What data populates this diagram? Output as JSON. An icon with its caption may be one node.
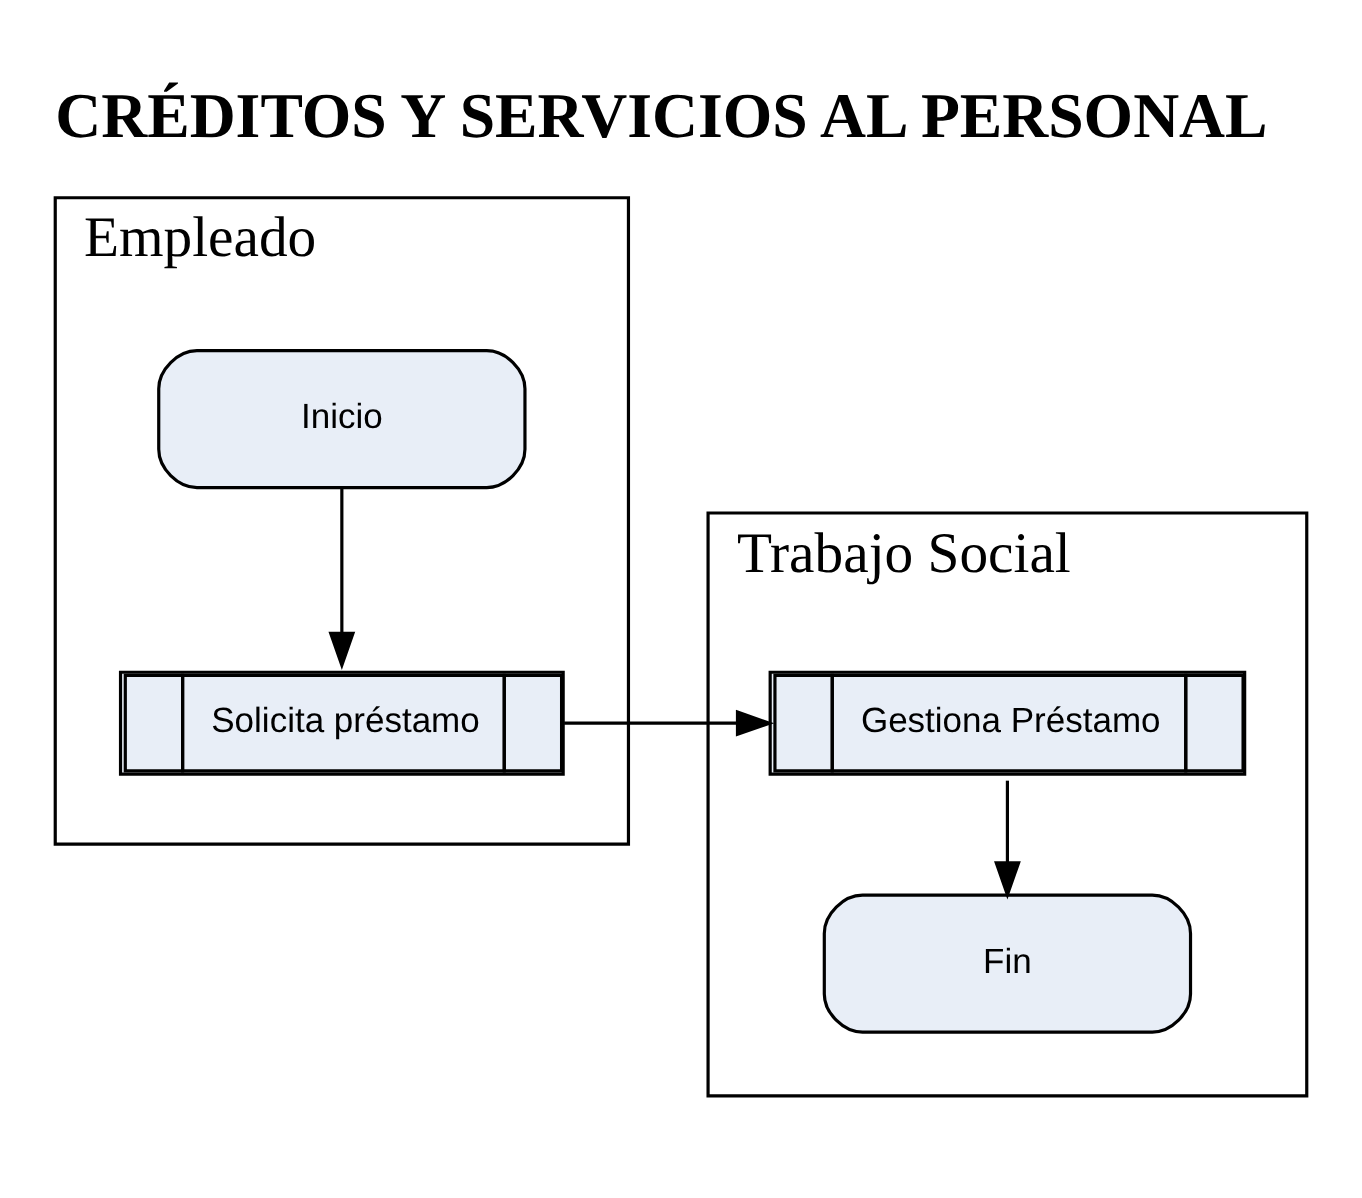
{
  "diagram": {
    "title": "CRÉDITOS Y SERVICIOS AL PERSONAL",
    "nodes": [
      {
        "text": [
          "Empleado"
        ]
      },
      {
        "text": [
          "Inicio"
        ],
        "in": 0
      },
      {
        "text": [
          "Solicita préstamo"
        ],
        "in": 0
      },
      {
        "text": [
          "Trabajo Social"
        ]
      },
      {
        "text": [
          "Gestiona Préstamo"
        ],
        "in": 3
      },
      {
        "text": [
          "Fin"
        ],
        "in": 3
      }
    ],
    "edges": [
      {
        "from": 1,
        "to": 2,
        "arrow": "to"
      },
      {
        "from": 2,
        "to": 4,
        "arrow": "to"
      },
      {
        "from": 4,
        "to": 5,
        "arrow": "to"
      }
    ]
  }
}
